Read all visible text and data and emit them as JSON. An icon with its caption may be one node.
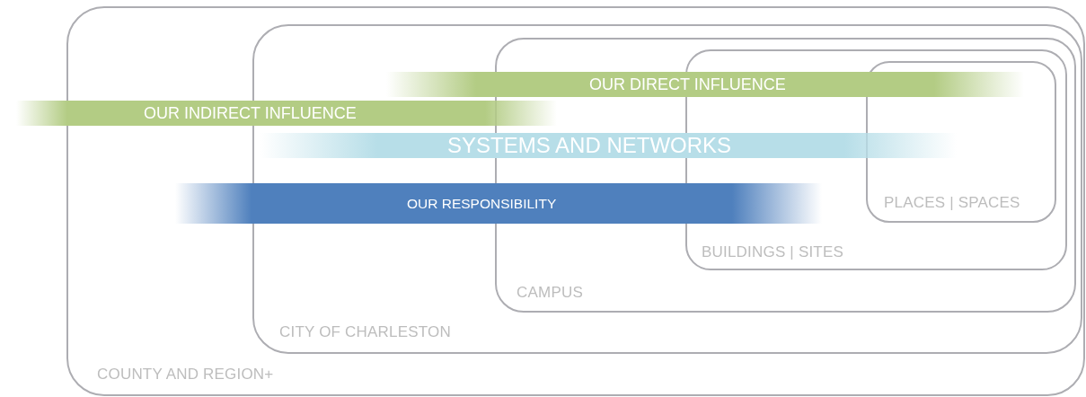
{
  "diagram": {
    "nodes": [
      {
        "text": [
          "COUNTY AND REGION+"
        ]
      },
      {
        "text": [
          "CITY OF CHARLESTON"
        ],
        "in": 0
      },
      {
        "text": [
          "CAMPUS"
        ],
        "in": 1
      },
      {
        "text": [
          "BUILDINGS | SITES"
        ],
        "in": 2
      },
      {
        "text": [
          "PLACES | SPACES"
        ],
        "in": 3
      },
      {
        "text": [
          "OUR DIRECT INFLUENCE"
        ],
        "in": 1
      },
      {
        "text": [
          "OUR INDIRECT INFLUENCE"
        ]
      },
      {
        "text": [
          "SYSTEMS AND NETWORKS"
        ],
        "in": 1
      },
      {
        "text": [
          "OUR RESPONSIBILITY"
        ],
        "in": 0
      }
    ]
  }
}
